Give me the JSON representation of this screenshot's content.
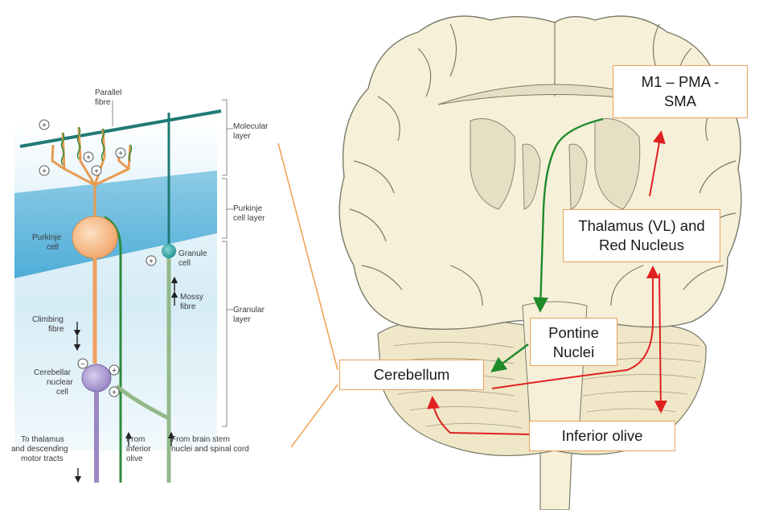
{
  "left_panel": {
    "parallel_fibre": [
      "Parallel",
      "fibre"
    ],
    "molecular_layer": [
      "Molecular",
      "layer"
    ],
    "purkinje_cell_layer": [
      "Purkinje",
      "cell layer"
    ],
    "granular_layer": [
      "Granular",
      "layer"
    ],
    "purkinje_cell": [
      "Purkinje",
      "cell"
    ],
    "granule_cell": [
      "Granule",
      "cell"
    ],
    "mossy_fibre": [
      "Mossy",
      "fibre"
    ],
    "climbing_fibre": [
      "Climbing",
      "fibre"
    ],
    "cerebellar_nuclear_cell": [
      "Cerebellar",
      "nuclear",
      "cell"
    ],
    "to_thalamus": [
      "To thalamus",
      "and descending",
      "motor tracts"
    ],
    "from_inferior_olive": [
      "From",
      "inferior",
      "olive"
    ],
    "from_brain_stem": [
      "From brain stem",
      "nuclei and spinal cord"
    ],
    "plus": "+",
    "minus": "−"
  },
  "right_panel": {
    "m1_box": [
      "M1 – PMA -",
      "SMA"
    ],
    "thalamus_box": [
      "Thalamus (VL) and",
      "Red Nucleus"
    ],
    "pontine_box": [
      "Pontine",
      "Nuclei"
    ],
    "cerebellum_box": "Cerebellum",
    "inferior_olive_box": "Inferior olive"
  },
  "colors": {
    "teal_fibre": "#1f7a74",
    "purkinje_orange": "#f0a060",
    "nuclear_purple": "#9b87c4",
    "mossy_green": "#93b98a",
    "brain_fill": "#f6f0d9",
    "brain_outline": "#7a7a6a",
    "green_arrow": "#1f8a2a",
    "red_arrow": "#e02020",
    "box_border": "#e8a15a",
    "connector": "#f0a050"
  }
}
